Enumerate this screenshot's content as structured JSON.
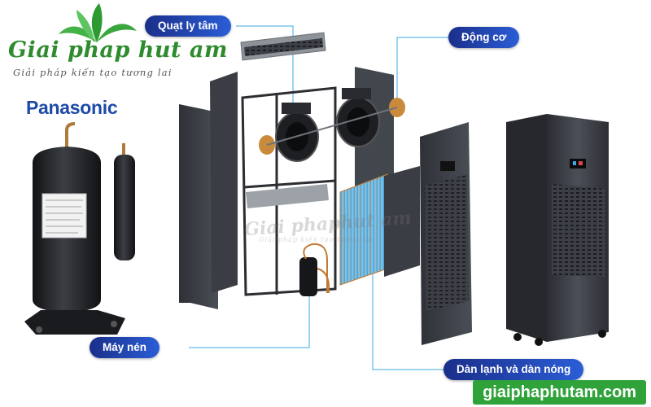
{
  "brand": {
    "name": "Giai phap hut am",
    "slogan": "Giải pháp kiến tạo tương lai",
    "watermark_name": "Giai phaphut am",
    "watermark_slogan": "Giải pháp kiến tạo tương lai"
  },
  "compressor_brand": "Panasonic",
  "labels": {
    "fan": "Quạt ly tâm",
    "motor": "Động cơ",
    "compressor": "Máy nén",
    "coil": "Dàn lạnh và dàn nóng"
  },
  "website": "giaiphaphutam.com",
  "colors": {
    "label_bg_start": "#1a2f8a",
    "label_bg_end": "#2b5dd6",
    "leader_line": "#3aa8e6",
    "brand_green": "#2e8b2e",
    "website_bg": "#2fa23a",
    "panasonic_blue": "#1d4aa8",
    "device_body": "#3a3d44"
  },
  "icons": {
    "logo": "leaf-logo-icon"
  }
}
